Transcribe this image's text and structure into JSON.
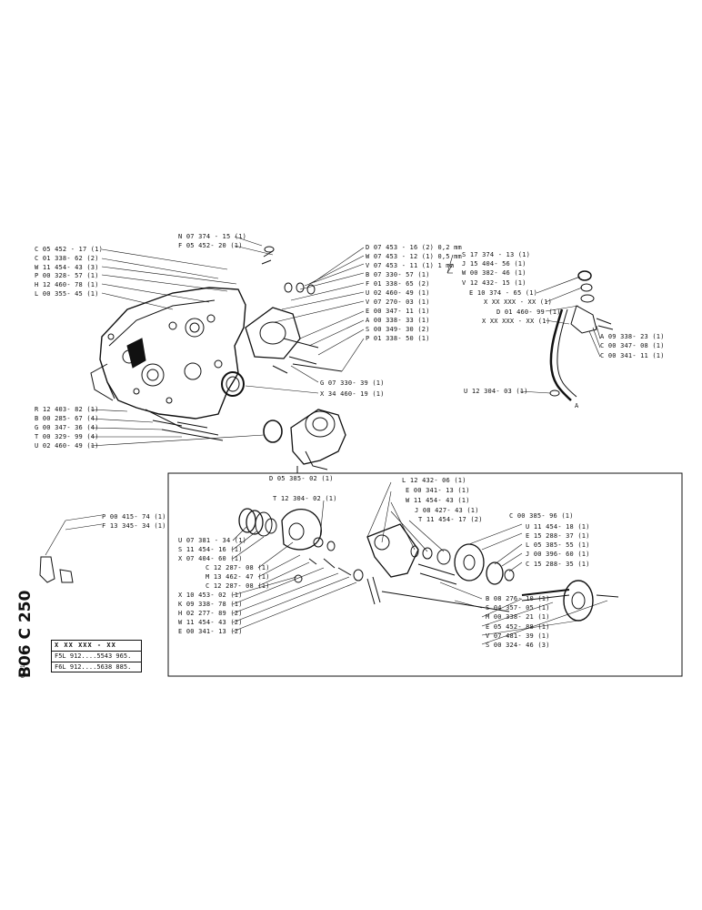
{
  "doc": {
    "code": "B06 C 250",
    "date": "6-71",
    "table": {
      "header": "X XX XXX - XX",
      "row1": "F5L 912....5543 965.",
      "row2": "F6L 912....5638 885."
    }
  },
  "labels_top_left": [
    "N 07 374 - 15 (1)",
    "F 05 452- 20 (1)",
    "C 05 452 - 17 (1)",
    "C 01 338- 62 (2)",
    "W 11 454- 43 (3)",
    "P 00 328- 57 (1)",
    "H 12 460- 78 (1)",
    "L 00 355- 45 (1)"
  ],
  "labels_top_mid": [
    "D 07 453 - 16 (2) 0,2 mm",
    "W 07 453 - 12 (1) 0,5 mm",
    "V 07 453 - 11 (1) 1 mm",
    "B 07 330- 57 (1)",
    "F 01 338- 65 (2)",
    "U 02 460- 49 (1)",
    "V 07 270- 03 (1)",
    "E 00 347- 11 (1)",
    "A 00 338- 33 (1)",
    "S 00 349- 30 (2)",
    "P 01 338- 50 (1)",
    "G 07 330- 39 (1)",
    "X 34 460- 19 (1)"
  ],
  "labels_top_right": [
    "S 17 374 - 13 (1)",
    "J 15 404- 56 (1)",
    "W 00 382- 46 (1)",
    "V 12 432- 15 (1)",
    "E 10 374 - 65 (1)",
    "X XX XXX - XX (1)",
    "D 01 460- 99 (1)",
    "X XX XXX - XX (1)",
    "A 09 338- 23 (1)",
    "C 00 347- 08 (1)",
    "C 00 341- 11 (1)",
    "U 12 304- 03 (1)",
    "A"
  ],
  "labels_mid_left": [
    "R 12 403- 82 (1)",
    "B 00 285- 67 (4)",
    "G 00 347- 36 (4)",
    "T 00 329- 99 (4)",
    "U 02 460- 49 (1)"
  ],
  "box_title": "D 05 385- 02 (1)",
  "labels_box_left": [
    "T 12 304- 02 (1)",
    "U 07 381 - 34 (1)",
    "S 11 454- 16 (1)",
    "X 07 404- 60 (1)",
    "C 12 287- 08 (1)",
    "M 13 462- 47 (1)",
    "C 12 287- 08 (1)",
    "X 10 453- 02 (1)",
    "K 09 338- 78 (1)",
    "H 02 277- 89 (2)",
    "W 11 454- 43 (2)",
    "E 00 341- 13 (2)"
  ],
  "labels_box_right": [
    "L 12 432- 06 (1)",
    "E 00 341- 13 (1)",
    "W 11 454- 43 (1)",
    "J 08 427- 43 (1)",
    "T 11 454- 17 (2)",
    "C 00 385- 96 (1)",
    "U 11 454- 18 (1)",
    "E 15 288- 37 (1)",
    "L 05 385- 55 (1)",
    "J 00 396- 60 (1)",
    "C 15 288- 35 (1)",
    "B 08 276- 10 (1)",
    "S 04 357- 05 (1)",
    "M 00 338- 21 (1)",
    "E 05 452- 88 (1)",
    "V 07 481- 39 (1)",
    "S 00 324- 46 (3)"
  ],
  "labels_far_left": [
    "P 00 415- 74 (1)",
    "F 13 345- 34 (1)"
  ]
}
